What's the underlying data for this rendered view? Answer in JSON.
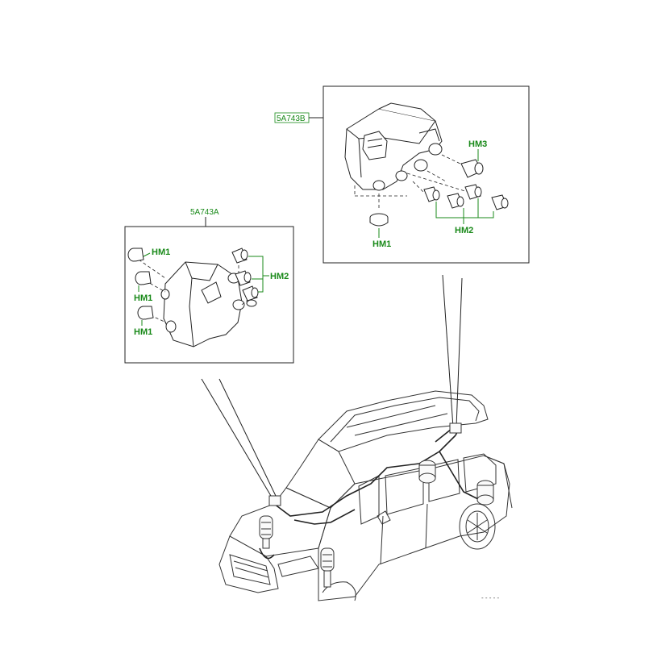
{
  "labels": {
    "part_b": "5A743B",
    "part_a": "5A743A",
    "hm1": "HM1",
    "hm2": "HM2",
    "hm3": "HM3"
  },
  "colors": {
    "callout": "#1a8a1a",
    "line": "#222222"
  }
}
